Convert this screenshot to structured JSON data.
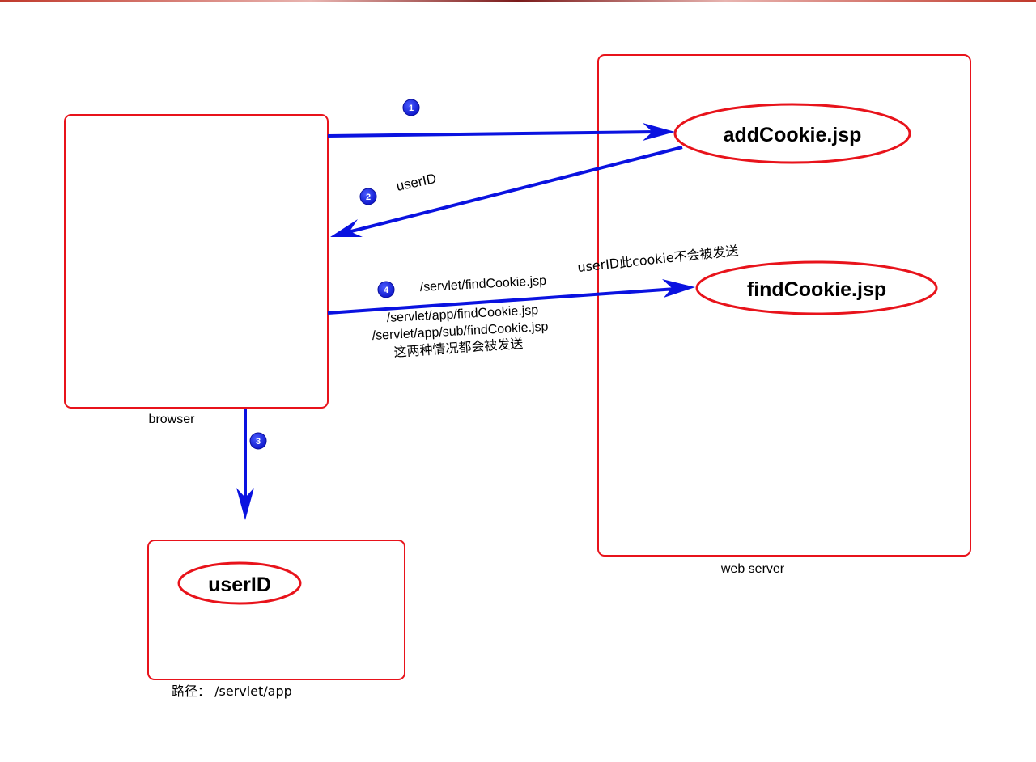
{
  "browser": {
    "label": "browser"
  },
  "web_server": {
    "label": "web server"
  },
  "server_pages": {
    "add_cookie": "addCookie.jsp",
    "find_cookie": "findCookie.jsp"
  },
  "cookie_store": {
    "cookie_name": "userID",
    "path_caption": "路径：  /servlet/app"
  },
  "steps": [
    {
      "number": "1"
    },
    {
      "number": "2",
      "label": "userID"
    },
    {
      "number": "3"
    },
    {
      "number": "4"
    }
  ],
  "request_notes": {
    "not_sent_path": "/servlet/findCookie.jsp",
    "not_sent_note": "userID此cookie不会被发送",
    "sent_path_1": "/servlet/app/findCookie.jsp",
    "sent_path_2": "/servlet/app/sub/findCookie.jsp",
    "sent_note": "这两种情况都会被发送"
  },
  "colors": {
    "box_stroke": "#e8131b",
    "arrow": "#0a12e0",
    "badge": "#0a12c8"
  }
}
